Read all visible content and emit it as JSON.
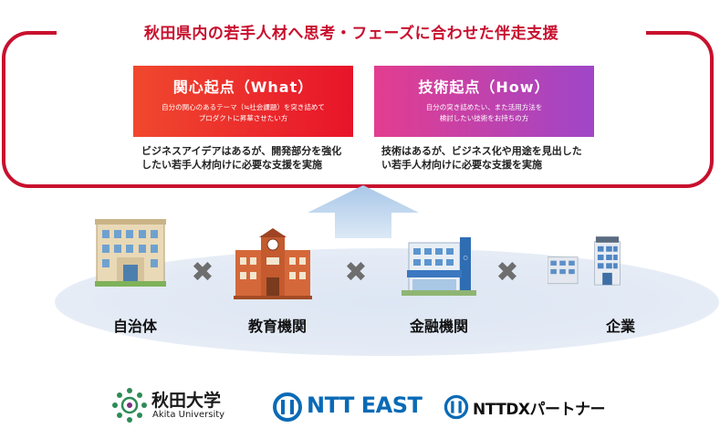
{
  "title": "秋田県内の若手人材へ思考・フェーズに合わせた伴走支援",
  "cards": [
    {
      "heading": "関心起点（What）",
      "sub_lines": [
        "自分の関心のあるテーマ（≒社会課題）を突き詰めて",
        "プロダクトに昇華させたい方"
      ],
      "desc_lines": [
        "ビジネスアイデアはあるが、開発部分を強化",
        "したい若手人材向けに必要な支援を実施"
      ],
      "color_start": "#f0482e",
      "color_end": "#e8142a"
    },
    {
      "heading": "技術起点（How）",
      "sub_lines": [
        "自分の突き詰めたい、また活用方法を",
        "検討したい技術をお持ちの方"
      ],
      "desc_lines": [
        "技術はあるが、ビジネス化や用途を見出した",
        "い若手人材向けに必要な支援を実施"
      ],
      "color_start": "#e33d8f",
      "color_end": "#9f46c8"
    }
  ],
  "organizations": [
    {
      "label": "自治体",
      "icon": "city-hall-icon"
    },
    {
      "label": "教育機関",
      "icon": "school-building-icon"
    },
    {
      "label": "金融機関",
      "icon": "bank-building-icon"
    },
    {
      "label": "企業",
      "icon": "company-buildings-icon"
    }
  ],
  "cross_symbol": "✖",
  "logos": {
    "akita_university": {
      "name": "秋田大学",
      "sub": "Akita University"
    },
    "ntt_east": {
      "name": "NTT EAST"
    },
    "ntt_dx": {
      "name": "NTTDXパートナー"
    }
  },
  "colors": {
    "accent_red": "#c8102e",
    "ntt_blue": "#0a6ab6",
    "arrow_blue": "#c3d9f0"
  }
}
